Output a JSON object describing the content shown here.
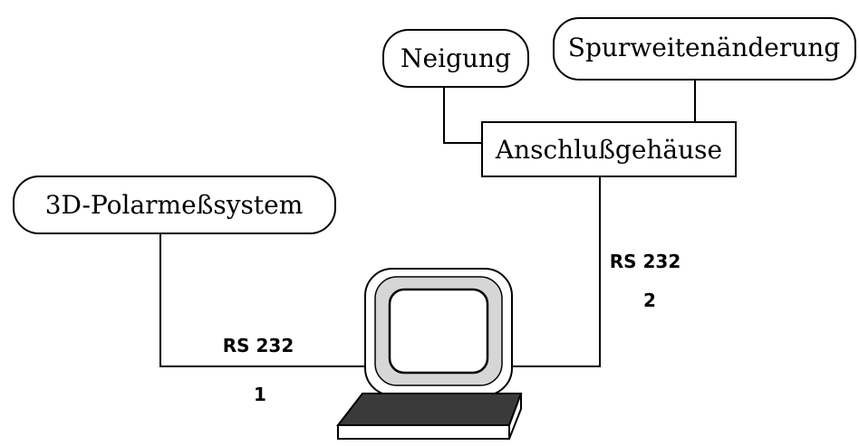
{
  "nodes": {
    "neigung": "Neigung",
    "spurweite": "Spurweitenänderung",
    "anschluss": "Anschlußgehäuse",
    "polar": "3D-Polarmeßsystem"
  },
  "links": {
    "left": {
      "protocol": "RS 232",
      "number": "1"
    },
    "right": {
      "protocol": "RS 232",
      "number": "2"
    }
  },
  "colors": {
    "line": "#000000",
    "screen_frame": "#d6d6d6",
    "keyboard": "#3a3a3a"
  }
}
